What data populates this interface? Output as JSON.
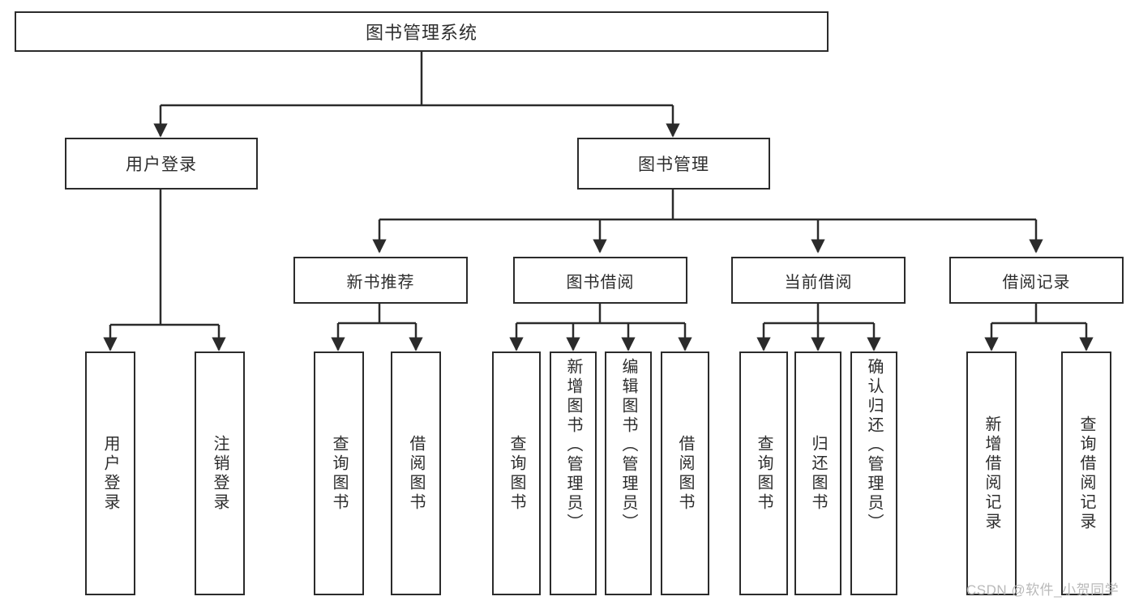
{
  "diagram": {
    "title": "图书管理系统",
    "type": "tree-hierarchy-chart",
    "root": {
      "label": "图书管理系统"
    },
    "level2": [
      {
        "label": "用户登录"
      },
      {
        "label": "图书管理"
      }
    ],
    "level3": [
      {
        "label": "新书推荐"
      },
      {
        "label": "图书借阅"
      },
      {
        "label": "当前借阅"
      },
      {
        "label": "借阅记录"
      }
    ],
    "leaves": {
      "user_login": [
        {
          "label": "用户登录"
        },
        {
          "label": "注销登录"
        }
      ],
      "new_book_recommend": [
        {
          "label": "查询图书"
        },
        {
          "label": "借阅图书"
        }
      ],
      "book_borrow": [
        {
          "label": "查询图书"
        },
        {
          "label": "新增图书（管理员）"
        },
        {
          "label": "编辑图书（管理员）"
        },
        {
          "label": "借阅图书"
        }
      ],
      "current_borrow": [
        {
          "label": "查询图书"
        },
        {
          "label": "归还图书"
        },
        {
          "label": "确认归还（管理员）"
        }
      ],
      "borrow_record": [
        {
          "label": "新增借阅记录"
        },
        {
          "label": "查询借阅记录"
        }
      ]
    }
  },
  "watermark": {
    "text": "CSDN @软件_小贺同学"
  },
  "colors": {
    "border": "#2b2b2b",
    "text": "#2d2d2d",
    "background": "#ffffff",
    "watermark": "#b9b9b9"
  }
}
